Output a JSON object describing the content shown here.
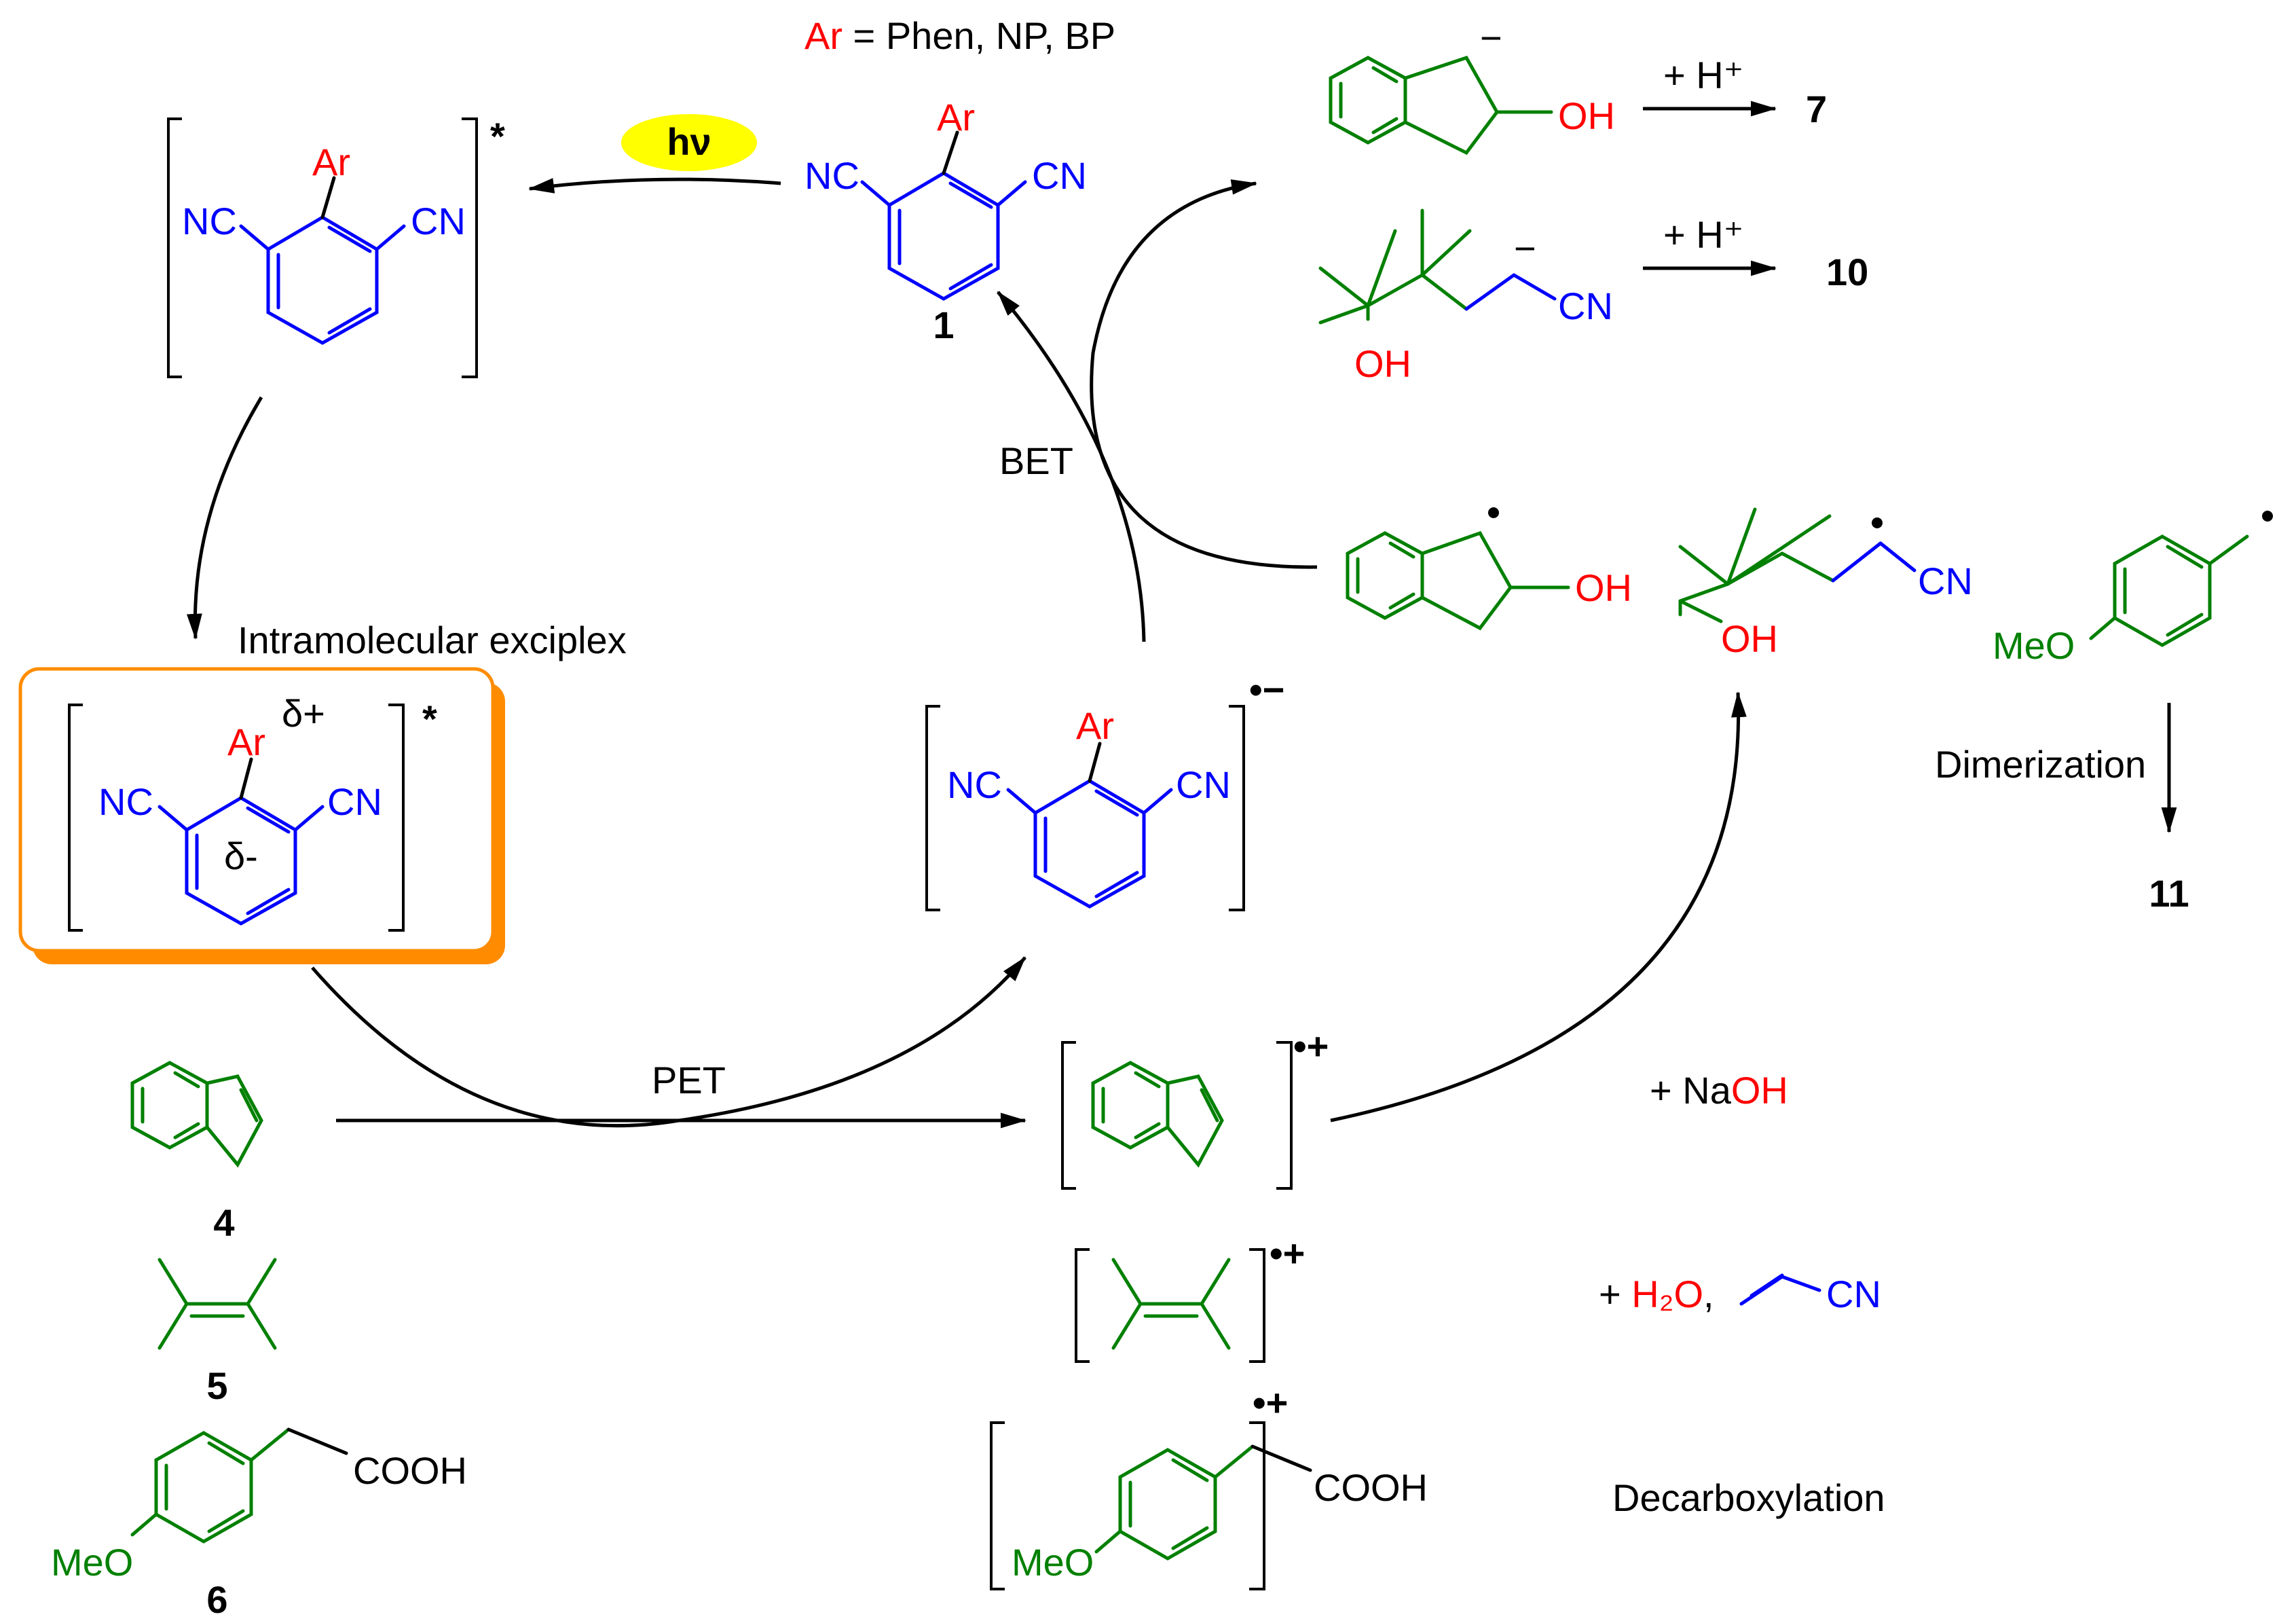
{
  "ar_definition": {
    "symbol": "Ar",
    "text": " = Phen, NP, BP"
  },
  "light": {
    "label": "hν",
    "color": "#ffff00"
  },
  "catalyst": {
    "substituent": "Ar",
    "groups": {
      "left": "NC",
      "right": "CN"
    },
    "compound_number": "1"
  },
  "exciplex": {
    "title": "Intramolecular exciplex",
    "delta_plus": "δ+",
    "delta_minus": "δ-",
    "star": "*",
    "border_color": "#ff8c00"
  },
  "radical_anion_charge": "•−",
  "excited_star": "*",
  "steps": {
    "bet": "BET",
    "pet": "PET",
    "protonation_1": "+ H⁺",
    "protonation_2": "+ H⁺",
    "dimerization": "Dimerization",
    "decarboxylation": "Decarboxylation"
  },
  "reagents": {
    "naoh_prefix": "+ Na",
    "naoh_oh": "OH",
    "water_prefix": "+ ",
    "water": "H₂O",
    "water_comma": ",",
    "acrylonitrile_cn": "CN"
  },
  "labels": {
    "oh": "OH",
    "cn": "CN",
    "meo": "MeO",
    "cooh": "COOH",
    "anion_minus": "−",
    "radical_cation": "•+"
  },
  "compounds": {
    "c4": "4",
    "c5": "5",
    "c6": "6",
    "c7": "7",
    "c10": "10",
    "c11": "11"
  }
}
